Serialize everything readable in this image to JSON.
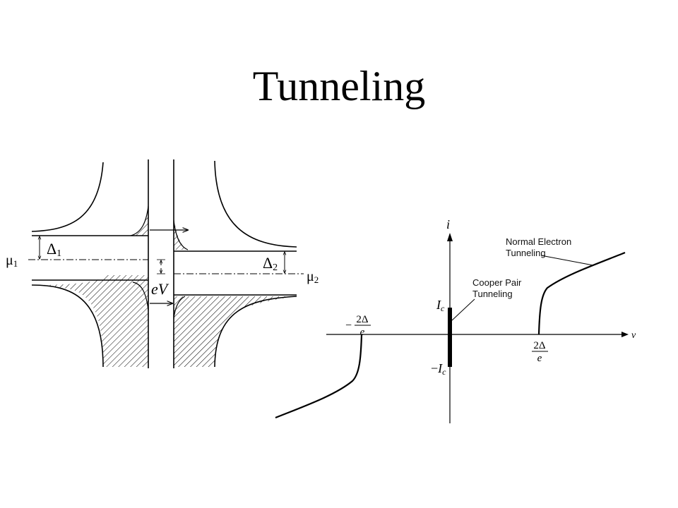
{
  "slide": {
    "title": "Tunneling"
  },
  "energy_diagram": {
    "delta1": "Δ",
    "delta1_sub": "1",
    "delta2": "Δ",
    "delta2_sub": "2",
    "mu1": "μ",
    "mu1_sub": "1",
    "mu2": "μ",
    "mu2_sub": "2",
    "ev_label": "eV"
  },
  "iv_curve": {
    "y_axis": "i",
    "x_axis": "v",
    "ic_pos": "I",
    "ic_pos_sub": "c",
    "ic_neg_sign": "−",
    "ic_neg": "I",
    "ic_neg_sub": "c",
    "gap_pos_num": "2Δ",
    "gap_pos_den": "e",
    "gap_neg_sign": "−",
    "gap_neg_num": "2Δ",
    "gap_neg_den": "e",
    "normal_line1": "Normal Electron",
    "normal_line2": "Tunneling",
    "cooper_line1": "Cooper Pair",
    "cooper_line2": "Tunneling"
  }
}
